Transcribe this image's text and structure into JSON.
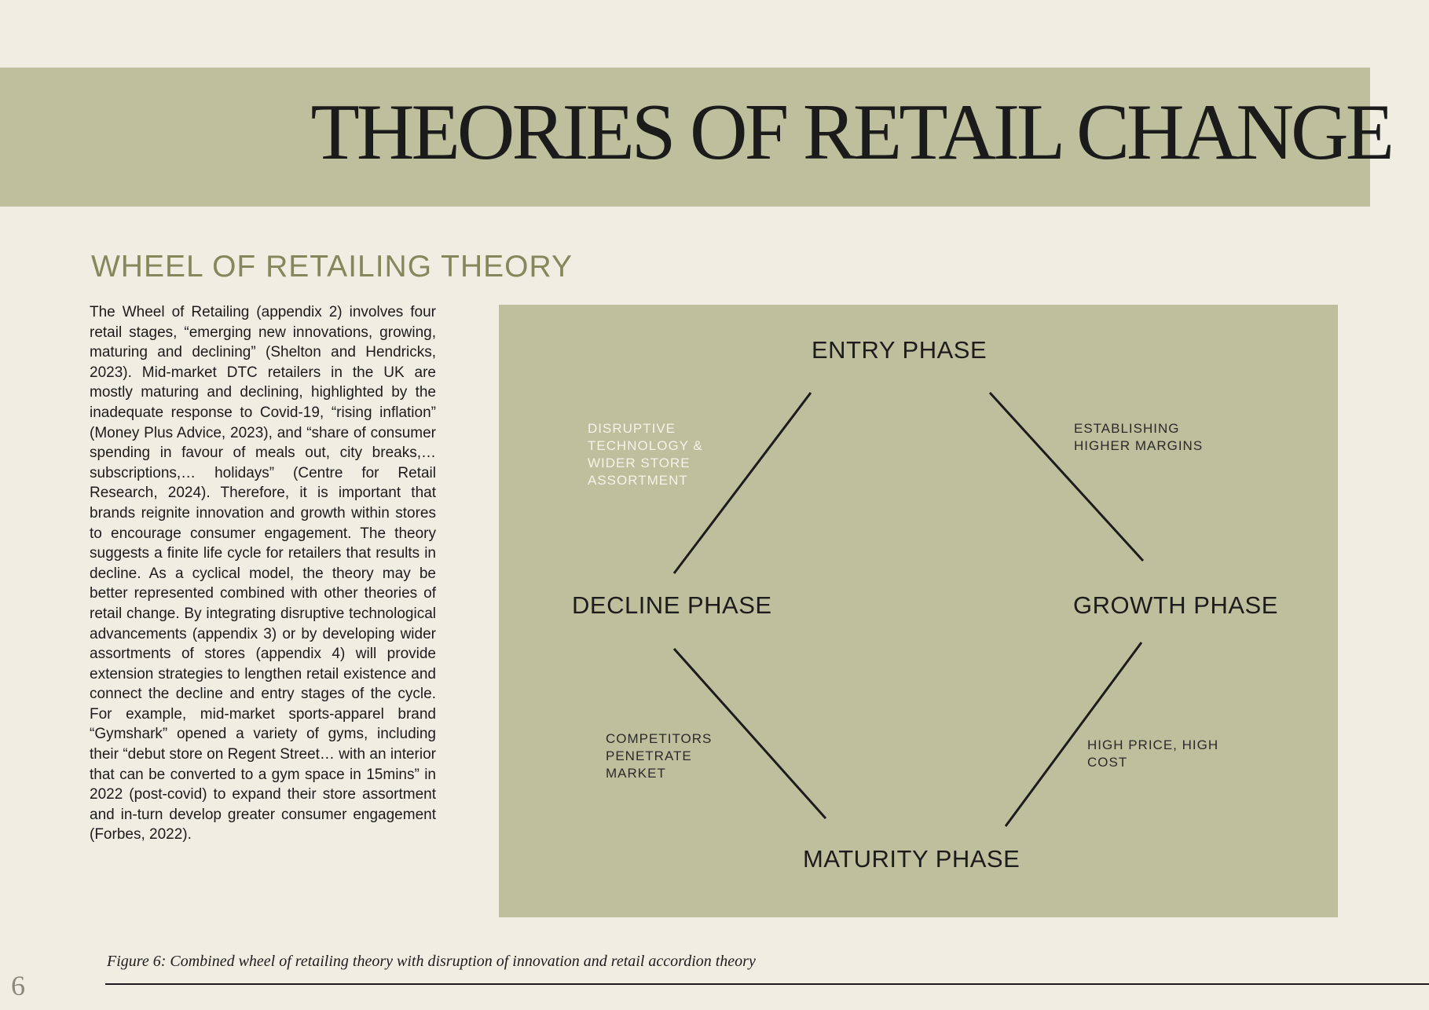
{
  "page": {
    "title": "THEORIES OF RETAIL CHANGE",
    "section_heading": "WHEEL OF RETAILING THEORY",
    "body_text": "The Wheel of Retailing (appendix 2) involves four retail stages, “emerging new innovations, growing, maturing and declining” (Shelton and Hendricks, 2023). Mid-market DTC retailers in the UK are mostly maturing and declining, highlighted by the inadequate response to Covid-19, “rising inflation” (Money Plus Advice, 2023), and “share of consumer spending in favour of meals out, city breaks,… subscriptions,… holidays” (Centre for Retail Research, 2024). Therefore, it is important that brands reignite innovation and growth within stores to encourage consumer engagement. The theory suggests a finite life cycle for retailers that results in decline. As a cyclical model, the theory may be better represented combined with other theories of retail change. By integrating disruptive technological advancements (appendix 3) or by developing wider assortments of stores (appendix 4) will provide extension strategies to lengthen retail existence and connect the decline and entry stages of the cycle. For example, mid-market sports-apparel brand “Gymshark” opened a variety of gyms, including their “debut store on Regent Street… with an interior that can be converted to a gym space in 15mins” in 2022 (post-covid) to expand their store assortment and in-turn develop greater consumer engagement (Forbes, 2022).",
    "caption": "Figure 6: Combined wheel of retailing theory with disruption of innovation and retail accordion theory",
    "page_number": "6"
  },
  "diagram": {
    "phases": {
      "entry": "ENTRY PHASE",
      "growth": "GROWTH PHASE",
      "maturity": "MATURITY PHASE",
      "decline": "DECLINE PHASE"
    },
    "notes": {
      "entry_to_growth": "ESTABLISHING HIGHER MARGINS",
      "growth_to_maturity": "HIGH PRICE, HIGH COST",
      "maturity_to_decline": "COMPETITORS PENETRATE MARKET",
      "decline_to_entry": "DISRUPTIVE TECHNOLOGY & WIDER STORE ASSORTMENT"
    }
  },
  "colors": {
    "background": "#f0eee3",
    "band": "#bec09d",
    "heading_accent": "#85885a",
    "text": "#1b1b1b",
    "light_note": "#f4f3ea"
  }
}
